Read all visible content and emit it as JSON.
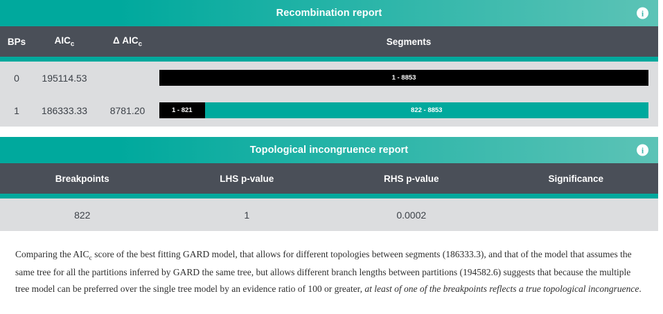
{
  "recombination": {
    "title": "Recombination report",
    "info_icon": "info-icon",
    "columns": [
      "BPs",
      "AIC",
      "Δ AIC",
      "Segments"
    ],
    "column_sub": "c",
    "rows": [
      {
        "bps": "0",
        "aic": "195114.53",
        "delta_aic": "",
        "segments": [
          {
            "label": "1 - 8853",
            "width_pct": 100,
            "color": "#000000"
          }
        ]
      },
      {
        "bps": "1",
        "aic": "186333.33",
        "delta_aic": "8781.20",
        "segments": [
          {
            "label": "1 - 821",
            "width_pct": 9.28,
            "color": "#000000"
          },
          {
            "label": "822 - 8853",
            "width_pct": 90.72,
            "color": "#00a99d"
          }
        ]
      }
    ]
  },
  "topological": {
    "title": "Topological incongruence report",
    "info_icon": "info-icon",
    "columns": [
      "Breakpoints",
      "LHS p-value",
      "RHS p-value",
      "Significance"
    ],
    "rows": [
      {
        "breakpoints": "822",
        "lhs_p_value": "1",
        "rhs_p_value": "0.0002",
        "significance": ""
      }
    ]
  },
  "explanation": {
    "part1": "Comparing the AIC",
    "sub1": "c",
    "part2": " score of the best fitting GARD model, that allows for different topologies between segments (186333.3), and that of the model that assumes the same tree for all the partitions inferred by GARD the same tree, but allows different branch lengths between partitions (194582.6) suggests that because the multiple tree model can be preferred over the single tree model by an evidence ratio of 100 or greater, ",
    "italic": "at least of one of the breakpoints reflects a true topological incongruence",
    "part3": "."
  },
  "colors": {
    "teal": "#00a99d",
    "teal_light": "#5cc3b6",
    "header_dark": "#4a4f58",
    "row_bg": "#dcdddf",
    "segment_dark": "#000000"
  }
}
